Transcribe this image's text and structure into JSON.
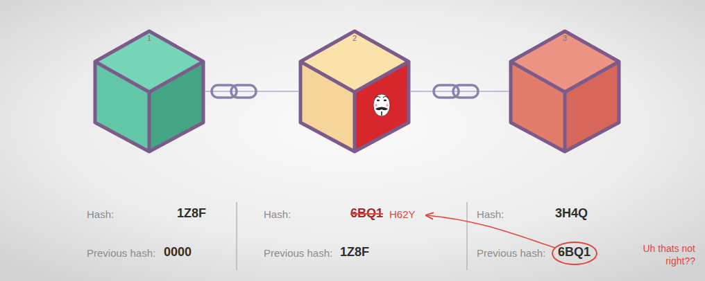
{
  "diagram": {
    "nodes": [
      {
        "text": [
          "1"
        ]
      },
      {
        "text": [
          "2"
        ]
      },
      {
        "text": [
          "3"
        ]
      }
    ],
    "edges": [
      {
        "from": 0,
        "to": 1,
        "arrow": "none"
      },
      {
        "from": 1,
        "to": 2,
        "arrow": "none"
      }
    ],
    "labels": [
      "Hash:",
      "1Z8F",
      "Previous hash:",
      "0000",
      "Hash:",
      "6BQ1",
      "H62Y",
      "Previous hash:",
      "1Z8F",
      "Hash:",
      "3H4Q",
      "Previous hash:",
      "6BQ1",
      "Uh thats not right??"
    ]
  }
}
